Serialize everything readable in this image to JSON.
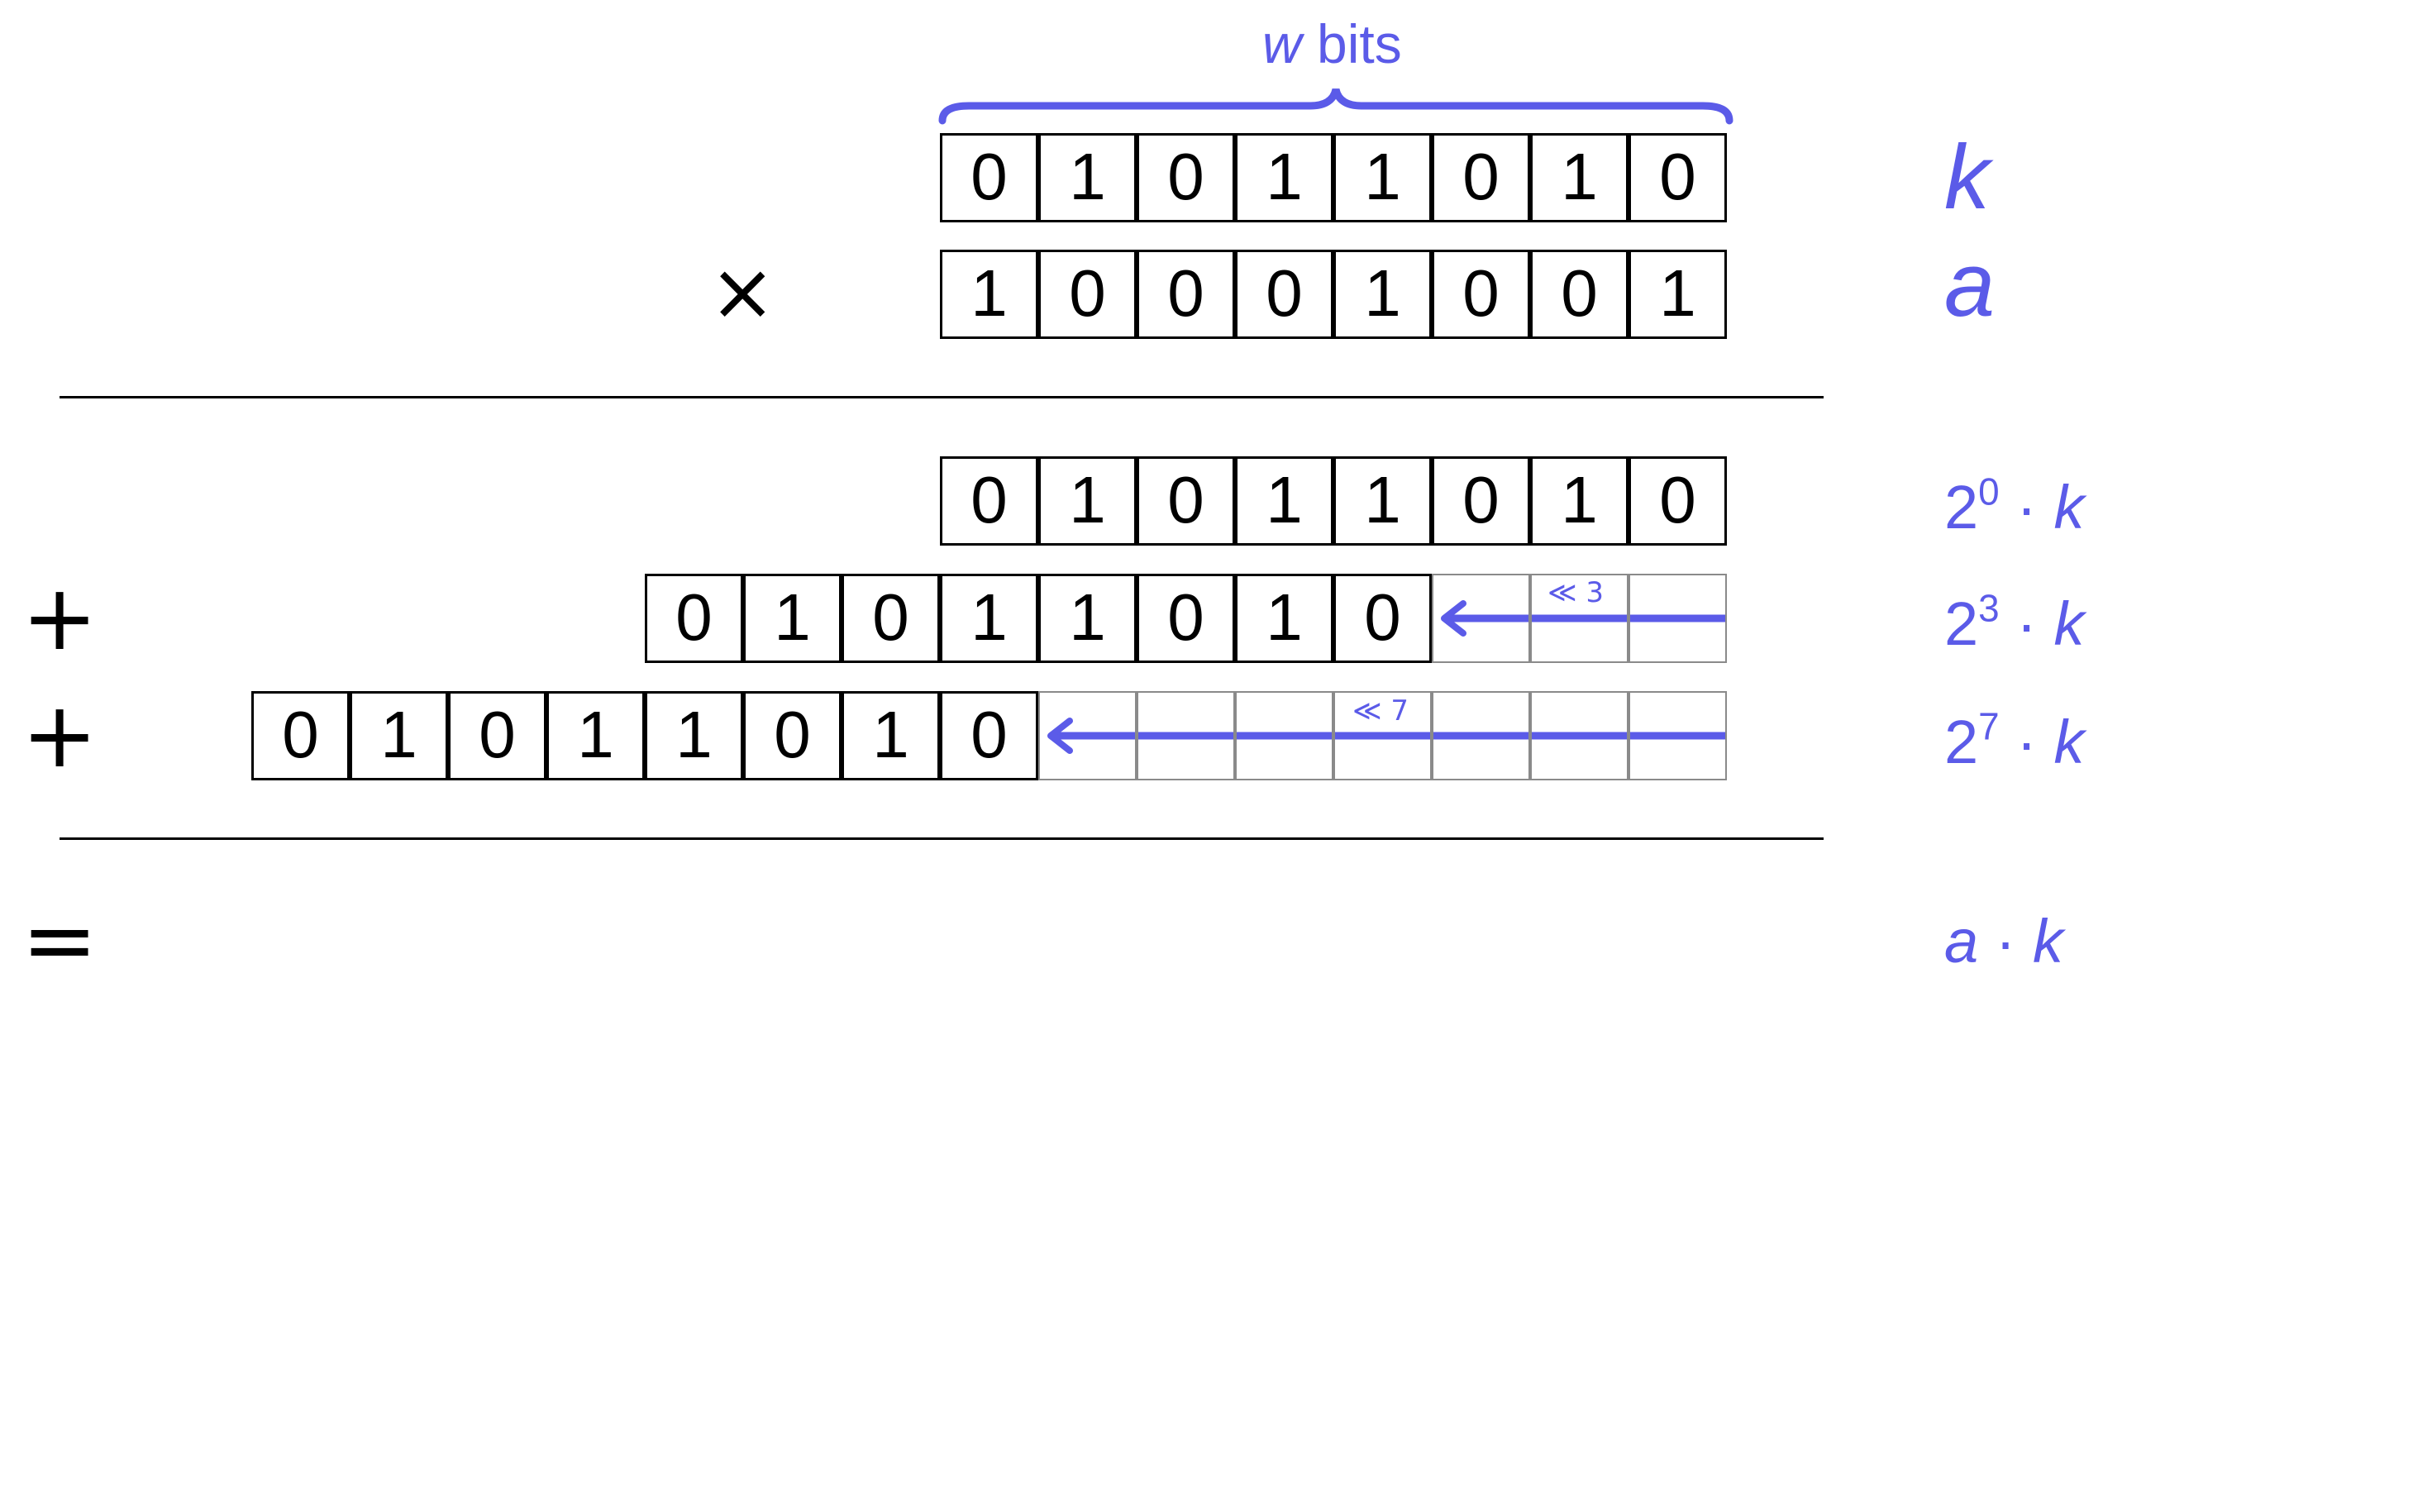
{
  "brace_label": {
    "var": "w",
    "text": "bits"
  },
  "operators": {
    "times": "×",
    "plus": "+",
    "equals": "="
  },
  "k_bits": [
    "0",
    "1",
    "0",
    "1",
    "1",
    "0",
    "1",
    "0"
  ],
  "a_bits": [
    "1",
    "0",
    "0",
    "0",
    "1",
    "0",
    "0",
    "1"
  ],
  "shifts": [
    0,
    3,
    7
  ],
  "shift_labels": [
    "≪ 3",
    "≪ 7"
  ],
  "right_labels": {
    "k": "k",
    "a": "a",
    "p0": {
      "base": "2",
      "exp": "0",
      "dot": "·",
      "var": "k"
    },
    "p3": {
      "base": "2",
      "exp": "3",
      "dot": "·",
      "var": "k"
    },
    "p7": {
      "base": "2",
      "exp": "7",
      "dot": "·",
      "var": "k"
    },
    "result": {
      "a": "a",
      "dot": "·",
      "k": "k"
    }
  },
  "colors": {
    "accent": "#5b5be8",
    "ink": "#000000",
    "ghost": "#8a8a8a"
  }
}
